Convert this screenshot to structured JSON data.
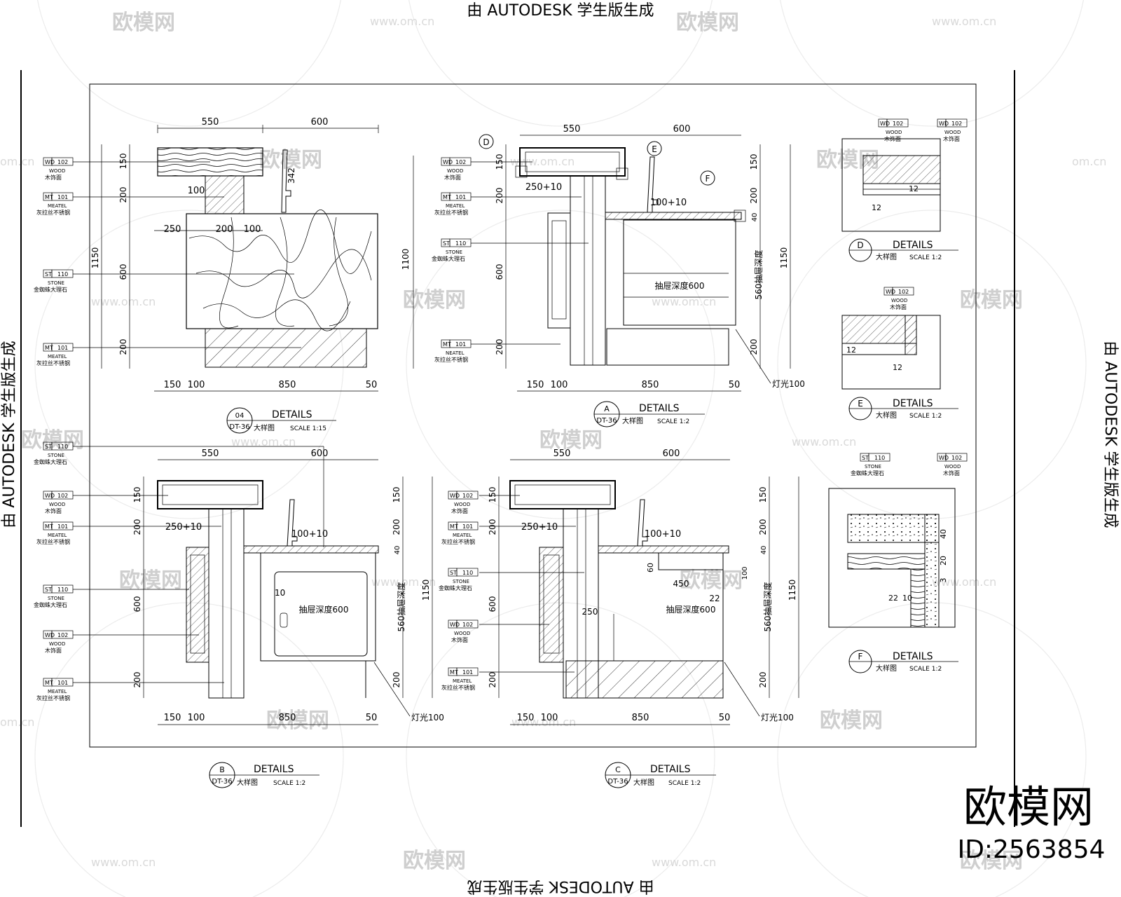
{
  "banner": {
    "top": "由 AUTODESK 学生版生成",
    "bottom": "由 AUTODESK 学生版生成",
    "left": "由 AUTODESK 学生版生成",
    "right": "由 AUTODESK 学生版生成"
  },
  "watermarks": {
    "brand": "欧模网",
    "url": "www.om.cn",
    "domain": "om.cn",
    "id": "ID:2563854"
  },
  "tags": {
    "wood": {
      "code": "WD",
      "num": "102",
      "name": "WOOD",
      "cn": "木饰面"
    },
    "metal": {
      "code": "MT",
      "num": "101",
      "name": "MEATEL",
      "cn": "灰拉丝不锈钢"
    },
    "metal_b": {
      "code": "MT",
      "num": "101",
      "name": "NEATEL",
      "cn": "灰拉丝不锈钢"
    },
    "stone": {
      "code": "ST",
      "num": "110",
      "name": "STONE",
      "cn": "金蜘蛛大理石"
    }
  },
  "dims": {
    "w550": "550",
    "w600": "600",
    "w150": "150",
    "w100": "100",
    "w850": "850",
    "w50": "50",
    "h150": "150",
    "h200": "200",
    "h600": "600",
    "h1150": "1150",
    "h1100": "1100",
    "h40": "40",
    "w250": "250",
    "w200": "200",
    "w342": "342",
    "d250p10": "250+10",
    "d100p10": "100+10",
    "d560": "560抽屉深度",
    "pull600": "抽屉深度600",
    "light100": "灯光100",
    "d10": "10",
    "w450": "450",
    "h60": "60",
    "d22": "22",
    "d12": "12",
    "d3": "3",
    "d20": "20",
    "h40b": "40",
    "w10": "10"
  },
  "titles": {
    "t04": {
      "num": "04",
      "ref": "DT-36",
      "title": "DETAILS",
      "cn": "大样图",
      "scale": "SCALE 1:15"
    },
    "tA": {
      "num": "A",
      "ref": "DT-36",
      "title": "DETAILS",
      "cn": "大样图",
      "scale": "SCALE 1:2"
    },
    "tB": {
      "num": "B",
      "ref": "DT-36",
      "title": "DETAILS",
      "cn": "大样图",
      "scale": "SCALE 1:2"
    },
    "tC": {
      "num": "C",
      "ref": "DT-36",
      "title": "DETAILS",
      "cn": "大样图",
      "scale": "SCALE 1:2"
    },
    "tD": {
      "num": "D",
      "title": "DETAILS",
      "cn": "大样图",
      "scale": "SCALE 1:2"
    },
    "tE": {
      "num": "E",
      "title": "DETAILS",
      "cn": "大样图",
      "scale": "SCALE 1:2"
    },
    "tF": {
      "num": "F",
      "title": "DETAILS",
      "cn": "大样图",
      "scale": "SCALE 1:2"
    }
  },
  "callouts": {
    "D": "D",
    "E": "E",
    "F": "F"
  }
}
